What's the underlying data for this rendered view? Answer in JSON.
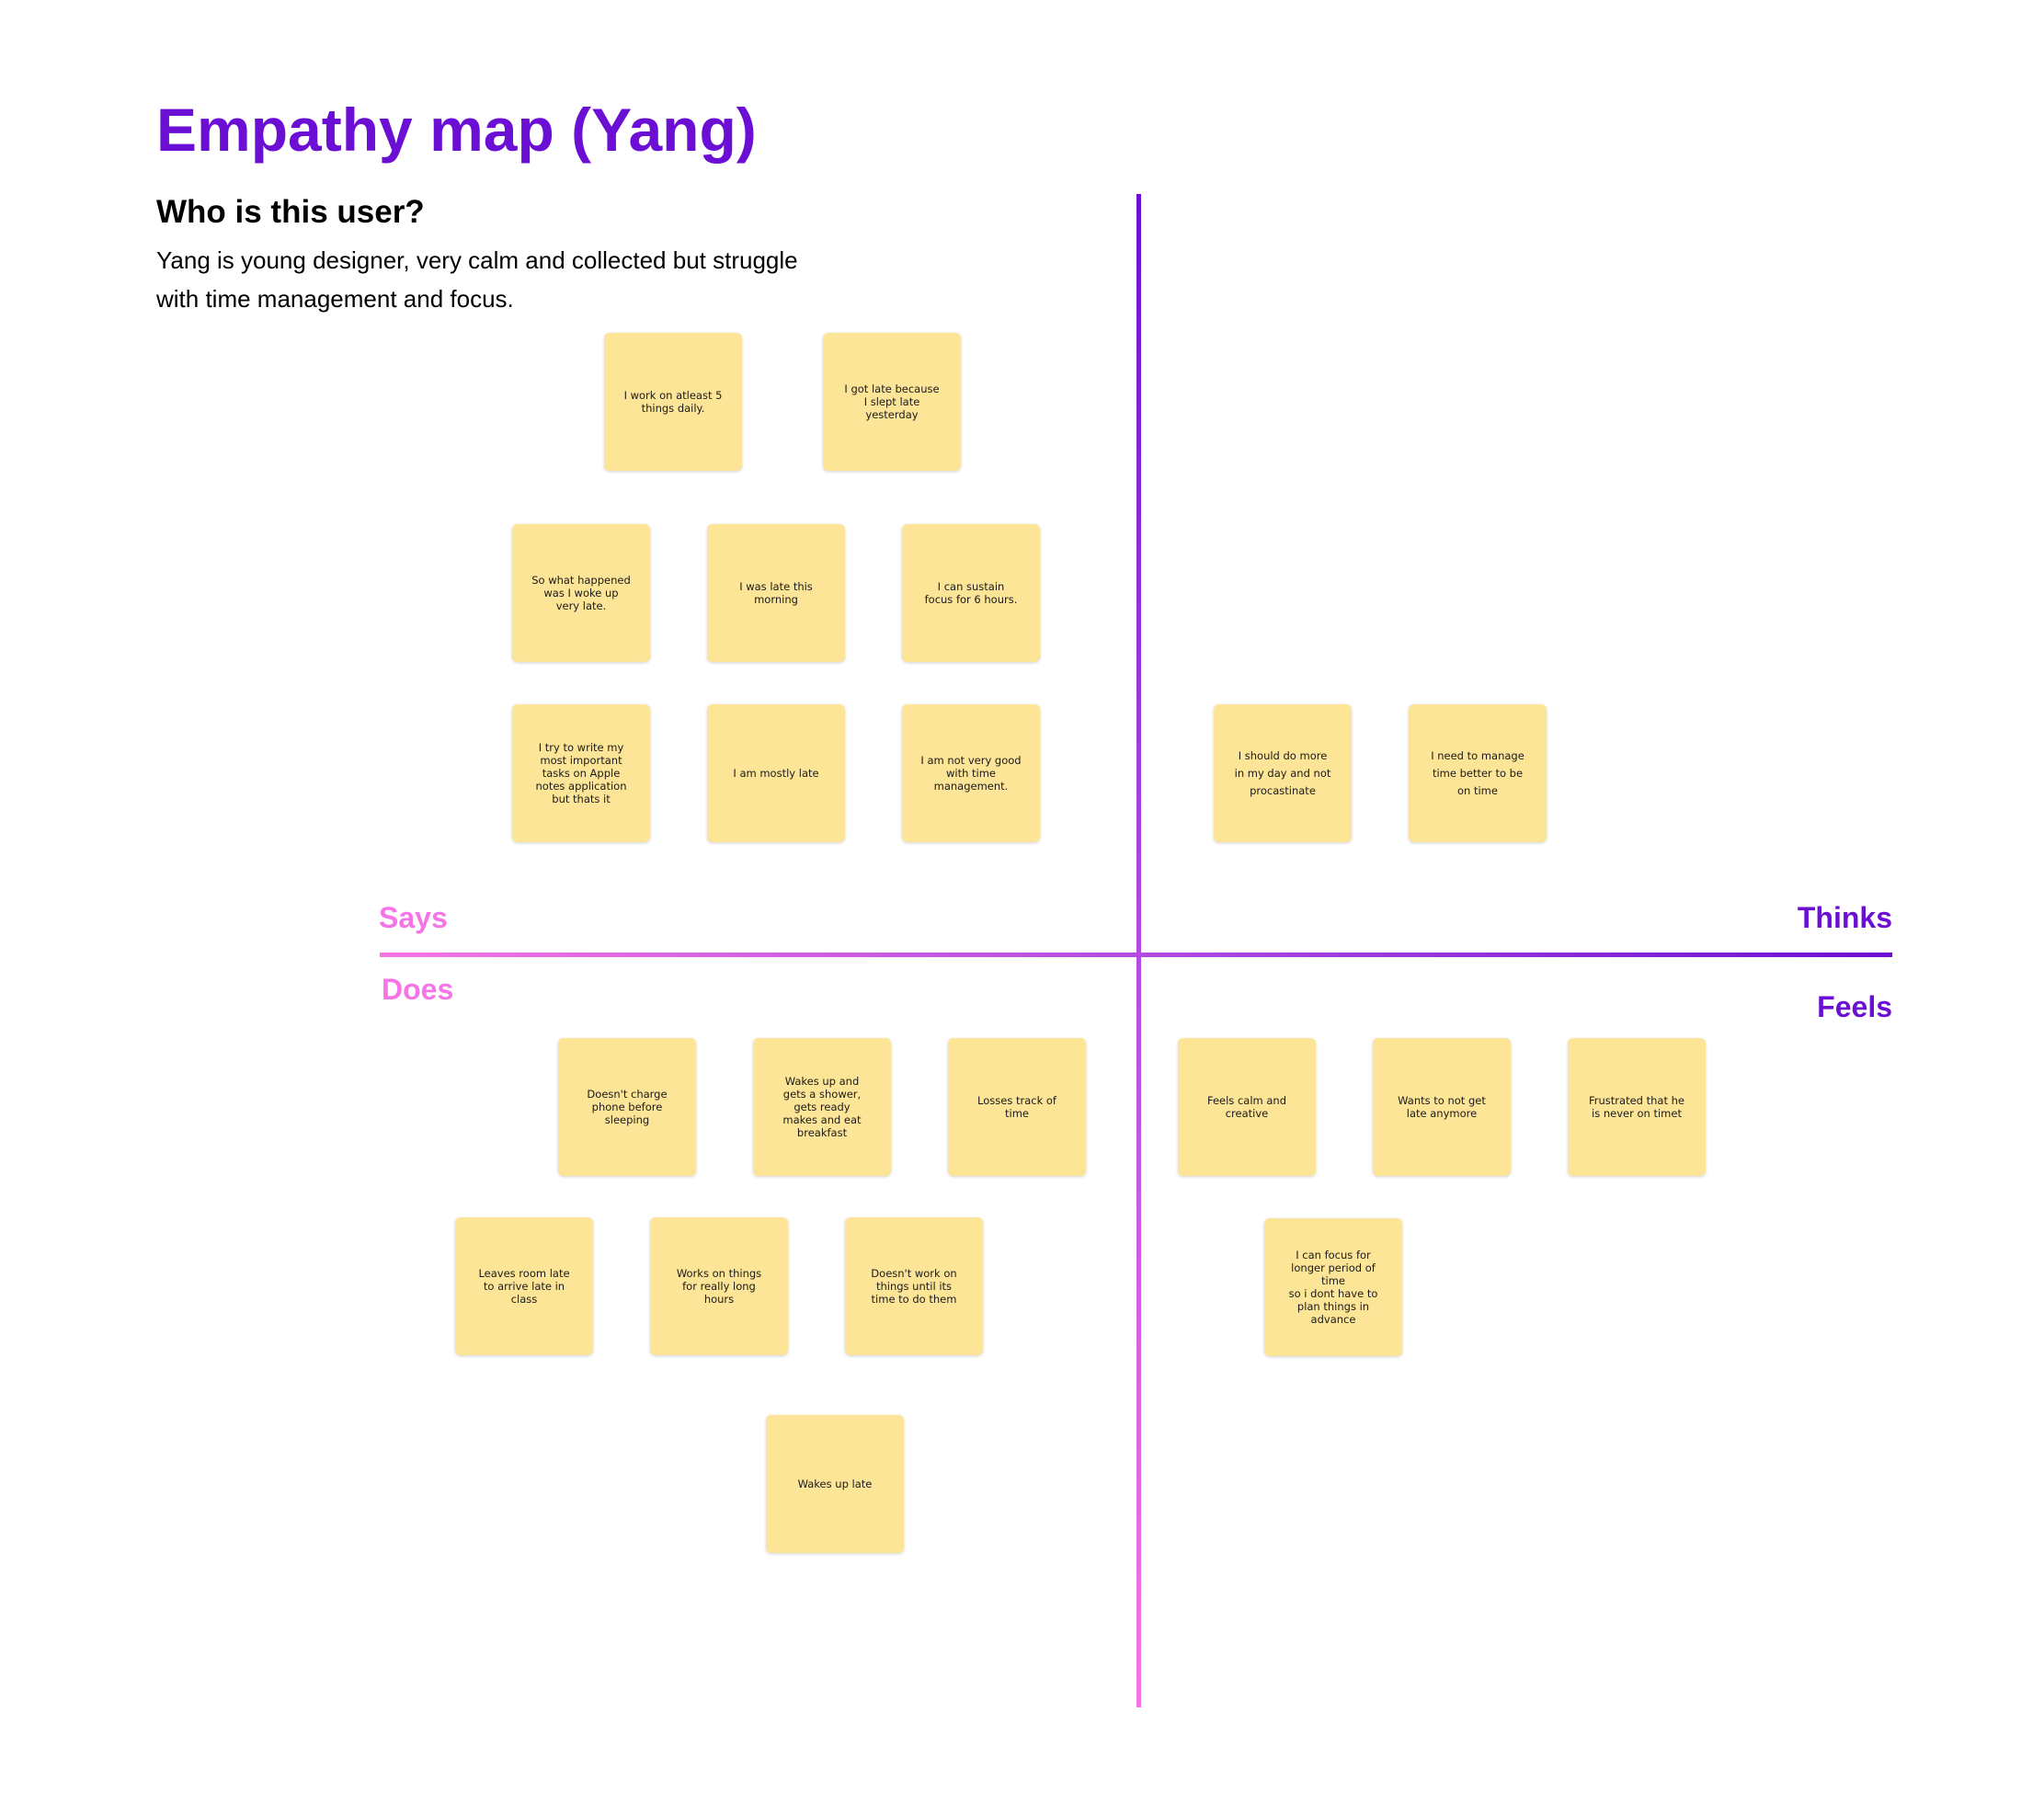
{
  "title": "Empathy map (Yang)",
  "subtitle": "Who is this user?",
  "description": "Yang is young designer, very calm and collected but struggle with time management and focus.",
  "quadrants": {
    "says": "Says",
    "thinks": "Thinks",
    "does": "Does",
    "feels": "Feels"
  },
  "colors": {
    "accent_purple": "#6c0fd4",
    "accent_pink": "#f575e6",
    "sticky_yellow": "#fde597"
  },
  "says_notes": [
    "I work on atleast 5\nthings daily.",
    "I got late because\nI slept late\nyesterday",
    "So what happened\nwas I woke up\nvery late.",
    "I was late this\nmorning",
    "I can sustain\nfocus for 6 hours.",
    "I try to write my\nmost important\ntasks on Apple\nnotes application\nbut thats it",
    "I am mostly late",
    "I am not very good\nwith time\nmanagement."
  ],
  "thinks_notes": [
    "I should do more\nin my day and not\nprocastinate",
    "I need to manage\ntime better to be\non time"
  ],
  "does_notes": [
    "Doesn't charge\nphone before\nsleeping",
    "Wakes up and\ngets a shower,\ngets ready\nmakes and eat\nbreakfast",
    "Losses track of\ntime",
    "Leaves room late\nto arrive late in\nclass",
    "Works on things\nfor really long\nhours",
    "Doesn't work on\nthings until its\ntime to do them",
    "Wakes up late"
  ],
  "feels_notes": [
    "Feels calm and\ncreative",
    "Wants to not get\nlate anymore",
    "Frustrated that he\nis never on timet",
    "I can focus for\nlonger period of\ntime\nso i dont have to\nplan  things in\nadvance"
  ]
}
